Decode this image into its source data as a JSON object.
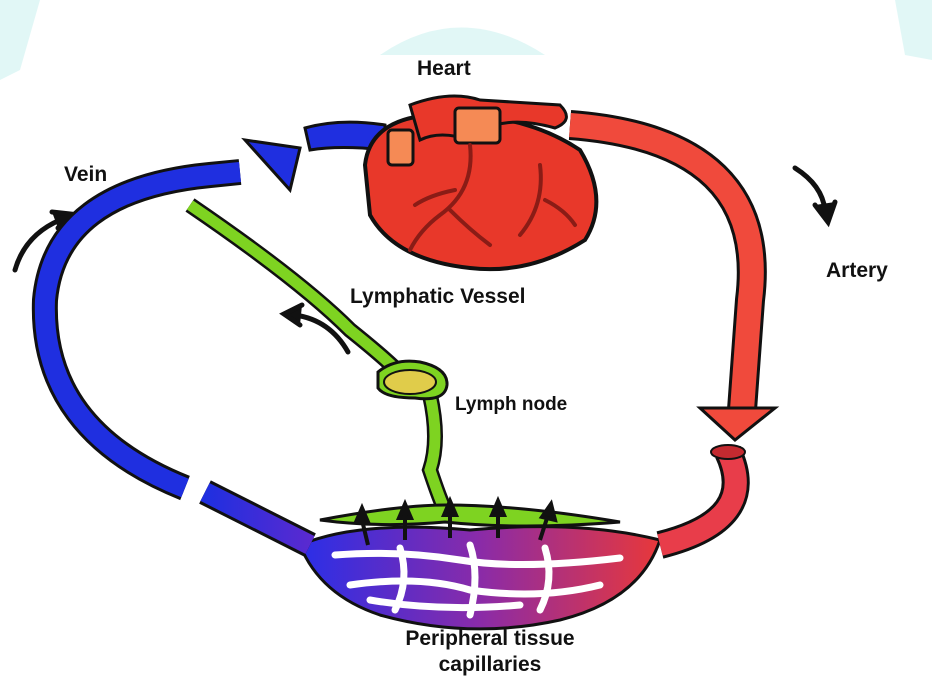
{
  "labels": {
    "heart": "Heart",
    "vein": "Vein",
    "artery": "Artery",
    "lymphatic_vessel": "Lymphatic Vessel",
    "lymph_node": "Lymph node",
    "capillaries_line1": "Peripheral tissue",
    "capillaries_line2": "capillaries"
  },
  "colors": {
    "vein": "#1f2fe0",
    "artery": "#f04a3c",
    "lymph": "#7ed321",
    "heart": "#e8382a",
    "capillary_mix": "#8a2ba8",
    "watermark": "#c8f1ef"
  }
}
